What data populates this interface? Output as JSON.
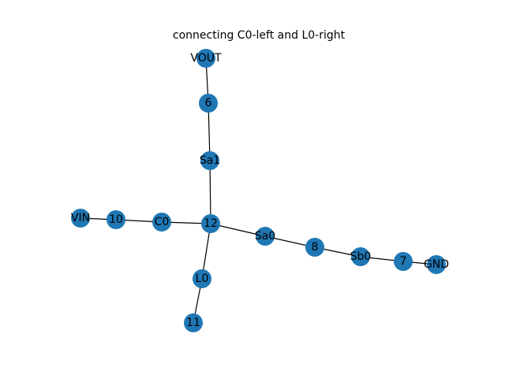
{
  "title": "connecting C0-left and L0-right",
  "colors": {
    "node": "#1f77b4",
    "edge": "#000000",
    "label": "#000000"
  },
  "nodes": [
    {
      "id": "VOUT",
      "label": "VOUT"
    },
    {
      "id": "6",
      "label": "6"
    },
    {
      "id": "Sa1",
      "label": "Sa1"
    },
    {
      "id": "12",
      "label": "12"
    },
    {
      "id": "C0",
      "label": "C0"
    },
    {
      "id": "10",
      "label": "10"
    },
    {
      "id": "VIN",
      "label": "VIN"
    },
    {
      "id": "Sa0",
      "label": "Sa0"
    },
    {
      "id": "8",
      "label": "8"
    },
    {
      "id": "Sb0",
      "label": "Sb0"
    },
    {
      "id": "7",
      "label": "7"
    },
    {
      "id": "GND",
      "label": "GND"
    },
    {
      "id": "L0",
      "label": "L0"
    },
    {
      "id": "11",
      "label": "11"
    }
  ],
  "edges": [
    [
      "VOUT",
      "6"
    ],
    [
      "6",
      "Sa1"
    ],
    [
      "Sa1",
      "12"
    ],
    [
      "12",
      "C0"
    ],
    [
      "C0",
      "10"
    ],
    [
      "10",
      "VIN"
    ],
    [
      "12",
      "Sa0"
    ],
    [
      "Sa0",
      "8"
    ],
    [
      "8",
      "Sb0"
    ],
    [
      "Sb0",
      "7"
    ],
    [
      "7",
      "GND"
    ],
    [
      "12",
      "L0"
    ],
    [
      "L0",
      "11"
    ]
  ]
}
